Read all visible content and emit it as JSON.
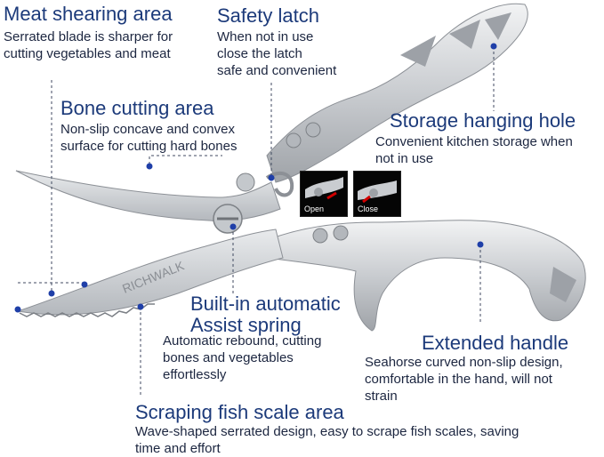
{
  "callouts": {
    "meat_shearing": {
      "title": "Meat shearing area",
      "desc": "Serrated blade is sharper for\ncutting vegetables and meat"
    },
    "safety_latch": {
      "title": "Safety latch",
      "desc": "When not in use\nclose the latch\nsafe and convenient"
    },
    "bone_cutting": {
      "title": "Bone cutting area",
      "desc": "Non-slip concave and convex\nsurface for cutting hard bones"
    },
    "storage_hole": {
      "title": "Storage hanging hole",
      "desc": "Convenient kitchen storage when\nnot in use"
    },
    "assist_spring": {
      "title": "Built-in automatic\nAssist spring",
      "desc": "Automatic rebound, cutting\nbones and vegetables\neffortlessly"
    },
    "extended_handle": {
      "title": "Extended handle",
      "desc": "Seahorse curved non-slip design,\ncomfortable in the hand, will not\nstrain"
    },
    "fish_scale": {
      "title": "Scraping fish scale area",
      "desc": "Wave-shaped serrated design, easy to scrape fish scales, saving\ntime and effort"
    }
  },
  "insets": {
    "open_label": "Open",
    "close_label": "Close"
  },
  "brand": "RICHWALK",
  "colors": {
    "title": "#1c3a7a",
    "text": "#1c2640",
    "marker": "#1f3fa8",
    "metal": "#d7dadd"
  }
}
